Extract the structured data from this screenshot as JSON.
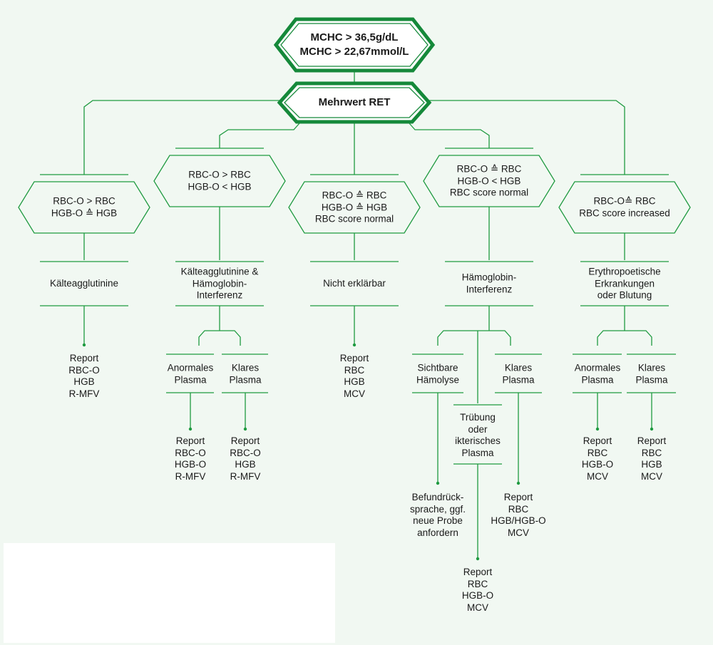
{
  "colors": {
    "accent": "#1f9a40",
    "accent_dark": "#15893a",
    "background": "#f1f8f2",
    "text": "#1a1a1a"
  },
  "nodes": {
    "top": [
      "MCHC > 36,5g/dL",
      "MCHC > 22,67mmol/L"
    ],
    "ret": [
      "Mehrwert RET"
    ],
    "h1": [
      "RBC-O > RBC",
      "HGB-O ≙ HGB"
    ],
    "h2": [
      "RBC-O > RBC",
      "HGB-O < HGB"
    ],
    "h3": [
      "RBC-O ≙ RBC",
      "HGB-O ≙ HGB",
      "RBC score normal"
    ],
    "h4": [
      "RBC-O ≙ RBC",
      "HGB-O < HGB",
      "RBC score normal"
    ],
    "h5": [
      "RBC-O≙ RBC",
      "RBC score increased"
    ],
    "c1": [
      "Kälteagglutinine"
    ],
    "c2": [
      "Kälteagglutinine &",
      "Hämoglobin-",
      "Interferenz"
    ],
    "c3": [
      "Nicht erklärbar"
    ],
    "c4": [
      "Hämoglobin-",
      "Interferenz"
    ],
    "c5": [
      "Erythropoetische",
      "Erkrankungen",
      "oder Blutung"
    ],
    "r1": [
      "Report",
      "RBC-O",
      "HGB",
      "R-MFV"
    ],
    "r3": [
      "Report",
      "RBC",
      "HGB",
      "MCV"
    ],
    "s2a": [
      "Anormales",
      "Plasma"
    ],
    "s2b": [
      "Klares",
      "Plasma"
    ],
    "r2a": [
      "Report",
      "RBC-O",
      "HGB-O",
      "R-MFV"
    ],
    "r2b": [
      "Report",
      "RBC-O",
      "HGB",
      "R-MFV"
    ],
    "s4a": [
      "Sichtbare",
      "Hämolyse"
    ],
    "s4b": [
      "Trübung",
      "oder",
      "ikterisches",
      "Plasma"
    ],
    "s4c": [
      "Klares",
      "Plasma"
    ],
    "r4a": [
      "Befundrück-",
      "sprache, ggf.",
      "neue Probe",
      "anfordern"
    ],
    "r4b": [
      "Report",
      "RBC",
      "HGB-O",
      "MCV"
    ],
    "r4c": [
      "Report",
      "RBC",
      "HGB/HGB-O",
      "MCV"
    ],
    "s5a": [
      "Anormales",
      "Plasma"
    ],
    "s5b": [
      "Klares",
      "Plasma"
    ],
    "r5a": [
      "Report",
      "RBC",
      "HGB-O",
      "MCV"
    ],
    "r5b": [
      "Report",
      "RBC",
      "HGB",
      "MCV"
    ]
  }
}
